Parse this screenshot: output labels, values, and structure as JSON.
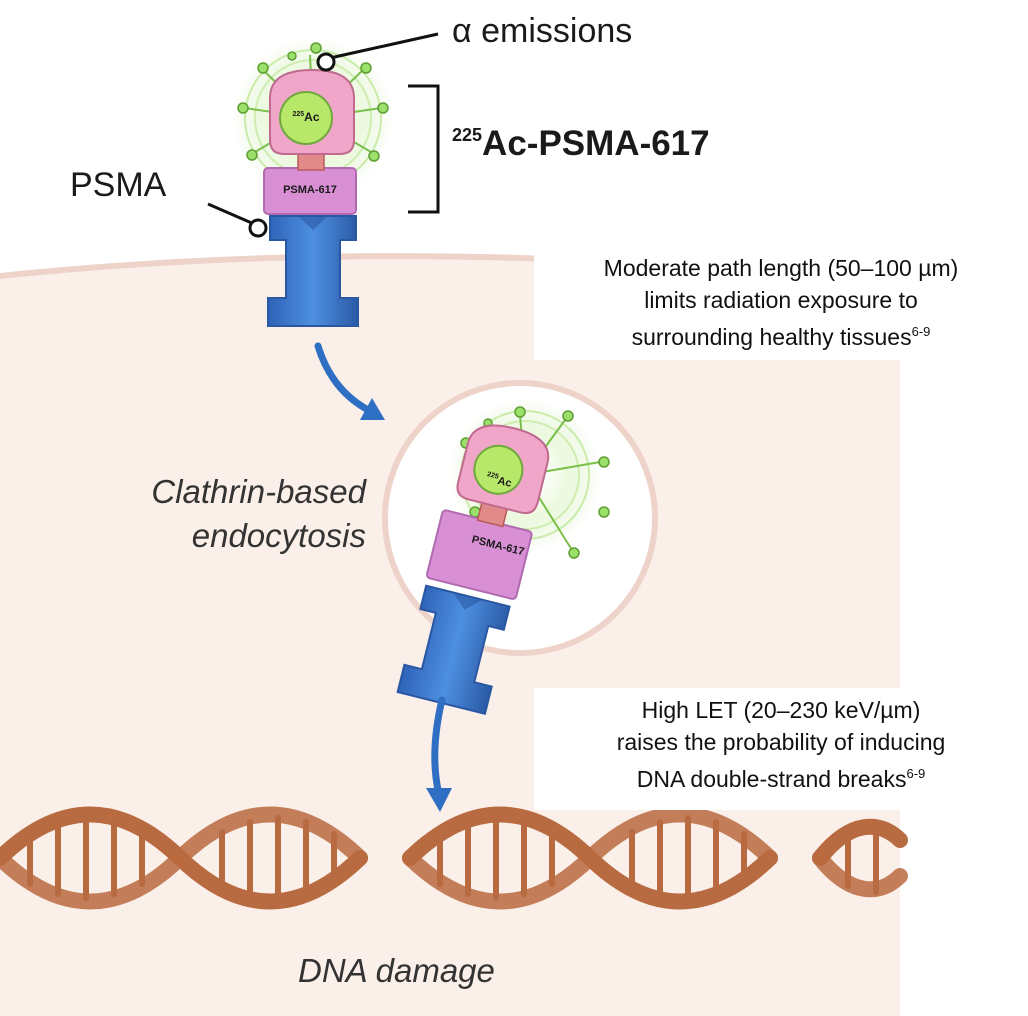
{
  "labels": {
    "alpha_emissions": "α emissions",
    "compound_sup": "225",
    "compound": "Ac-PSMA-617",
    "psma": "PSMA",
    "process": [
      "Clathrin-based",
      "endocytosis"
    ],
    "dna_damage": "DNA damage"
  },
  "molecule": {
    "isotope_sup": "225",
    "isotope": "Ac",
    "ligand": "PSMA-617"
  },
  "notes": {
    "path_length": {
      "lines": [
        "Moderate path length (50–100 µm)",
        "limits radiation exposure to",
        "surrounding healthy tissues"
      ],
      "ref": "6-9"
    },
    "let": {
      "lines": [
        "High LET (20–230 keV/µm)",
        "raises the probability of inducing",
        "DNA double-strand breaks"
      ],
      "ref": "6-9"
    }
  },
  "colors": {
    "cell_fill": "#fbefe9",
    "membrane": "#edd3c9",
    "receptor": "#3f7fd4",
    "ligand": "#d98fd4",
    "linker_red": "#e08a8a",
    "isotope_core": "#b8e86a",
    "halo": "#9bd86a",
    "dna": "#b86a40",
    "arrow": "#2f6fc3"
  },
  "icons": [
    "receptor-icon",
    "alpha-particle-icon",
    "dna-helix-icon",
    "arrow-icon"
  ]
}
